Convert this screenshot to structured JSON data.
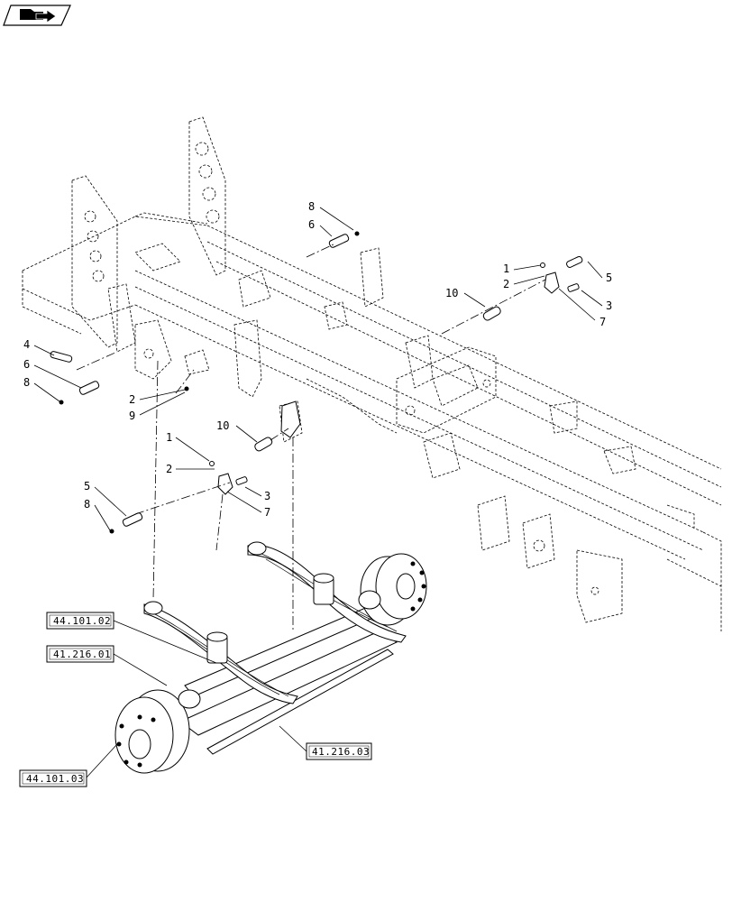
{
  "callouts": {
    "c1a": "1",
    "c2a": "2",
    "c5a": "5",
    "c3a": "3",
    "c7a": "7",
    "c10a": "10",
    "c8a": "8",
    "c6a": "6",
    "c4b": "4",
    "c6b": "6",
    "c8b": "8",
    "c2b": "2",
    "c9b": "9",
    "c10c": "10",
    "c1c": "1",
    "c2c": "2",
    "c3c": "3",
    "c7c": "7",
    "c5c": "5",
    "c8c": "8"
  },
  "references": {
    "ref1": "44.101.02",
    "ref2": "41.216.01",
    "ref3": "41.216.03",
    "ref4": "44.101.03"
  },
  "icons": {
    "nav": "arrow-folder-icon"
  }
}
